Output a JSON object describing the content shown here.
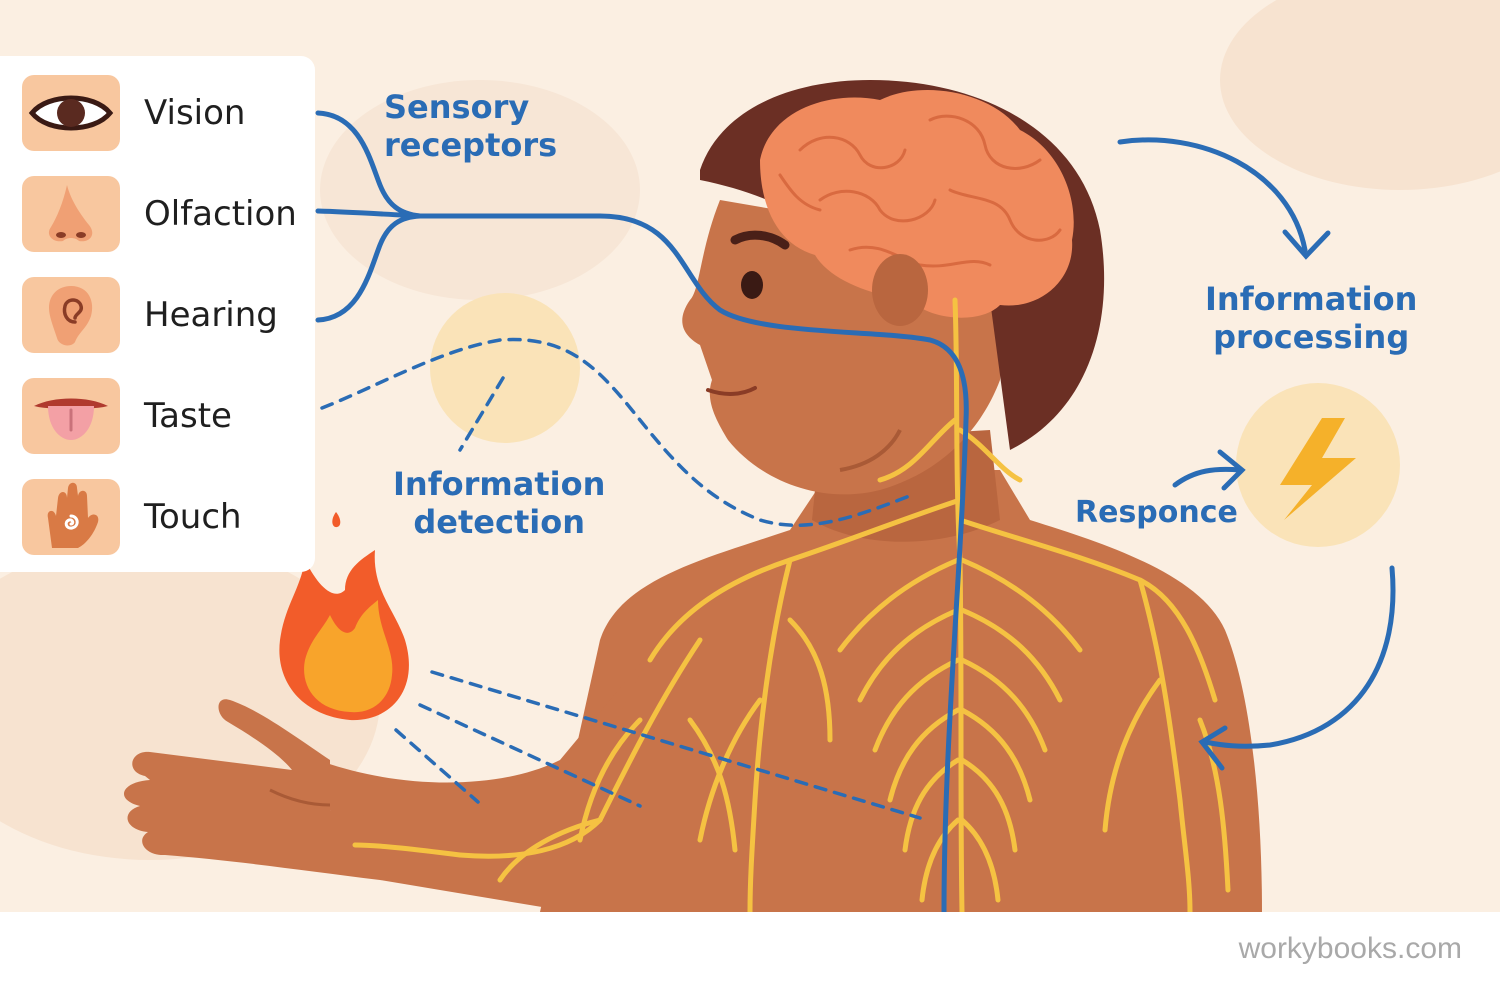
{
  "senses": [
    {
      "label": "Vision",
      "icon": "eye-icon"
    },
    {
      "label": "Olfaction",
      "icon": "nose-icon"
    },
    {
      "label": "Hearing",
      "icon": "ear-icon"
    },
    {
      "label": "Taste",
      "icon": "tongue-icon"
    },
    {
      "label": "Touch",
      "icon": "hand-icon"
    }
  ],
  "labels": {
    "sensory_receptors": [
      "Sensory",
      "receptors"
    ],
    "information_detection": [
      "Information",
      "detection"
    ],
    "information_processing": [
      "Information",
      "processing"
    ],
    "response": "Responce"
  },
  "footer": {
    "brand": "workybooks.com"
  },
  "colors": {
    "background": "#fbefe2",
    "skin": "#c8744a",
    "hair": "#6b2f24",
    "brain": "#f08a5d",
    "nerves": "#f5c242",
    "pathway": "#2a6cb5",
    "icon_tile": "#f8c79f"
  }
}
